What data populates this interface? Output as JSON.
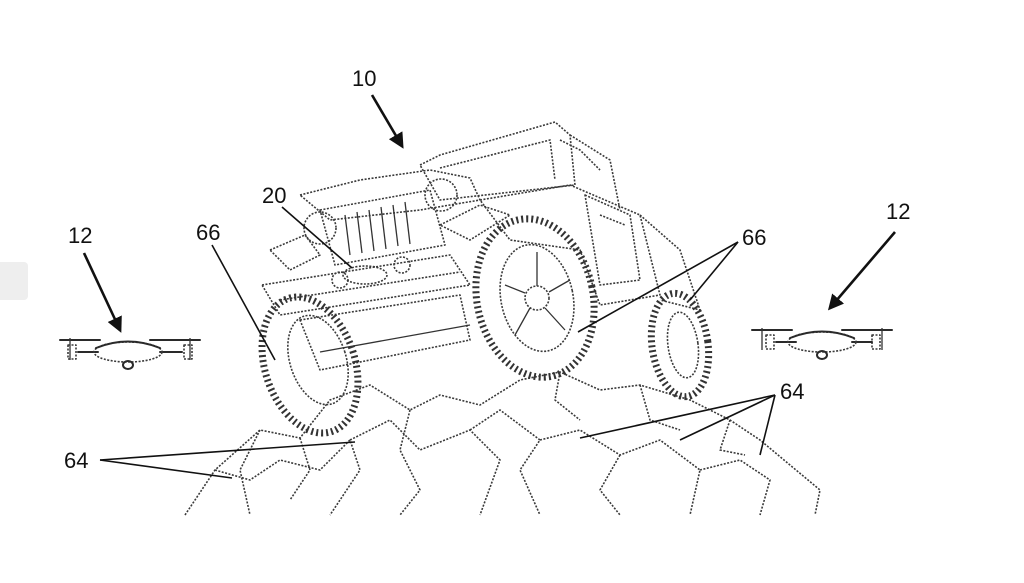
{
  "figure": {
    "labels": {
      "vehicle": "10",
      "drone_left": "12",
      "drone_right": "12",
      "light": "20",
      "tire_left": "66",
      "tire_right": "66",
      "rocks_left": "64",
      "rocks_right": "64"
    },
    "ink_color": "#111111",
    "background": "#ffffff"
  }
}
